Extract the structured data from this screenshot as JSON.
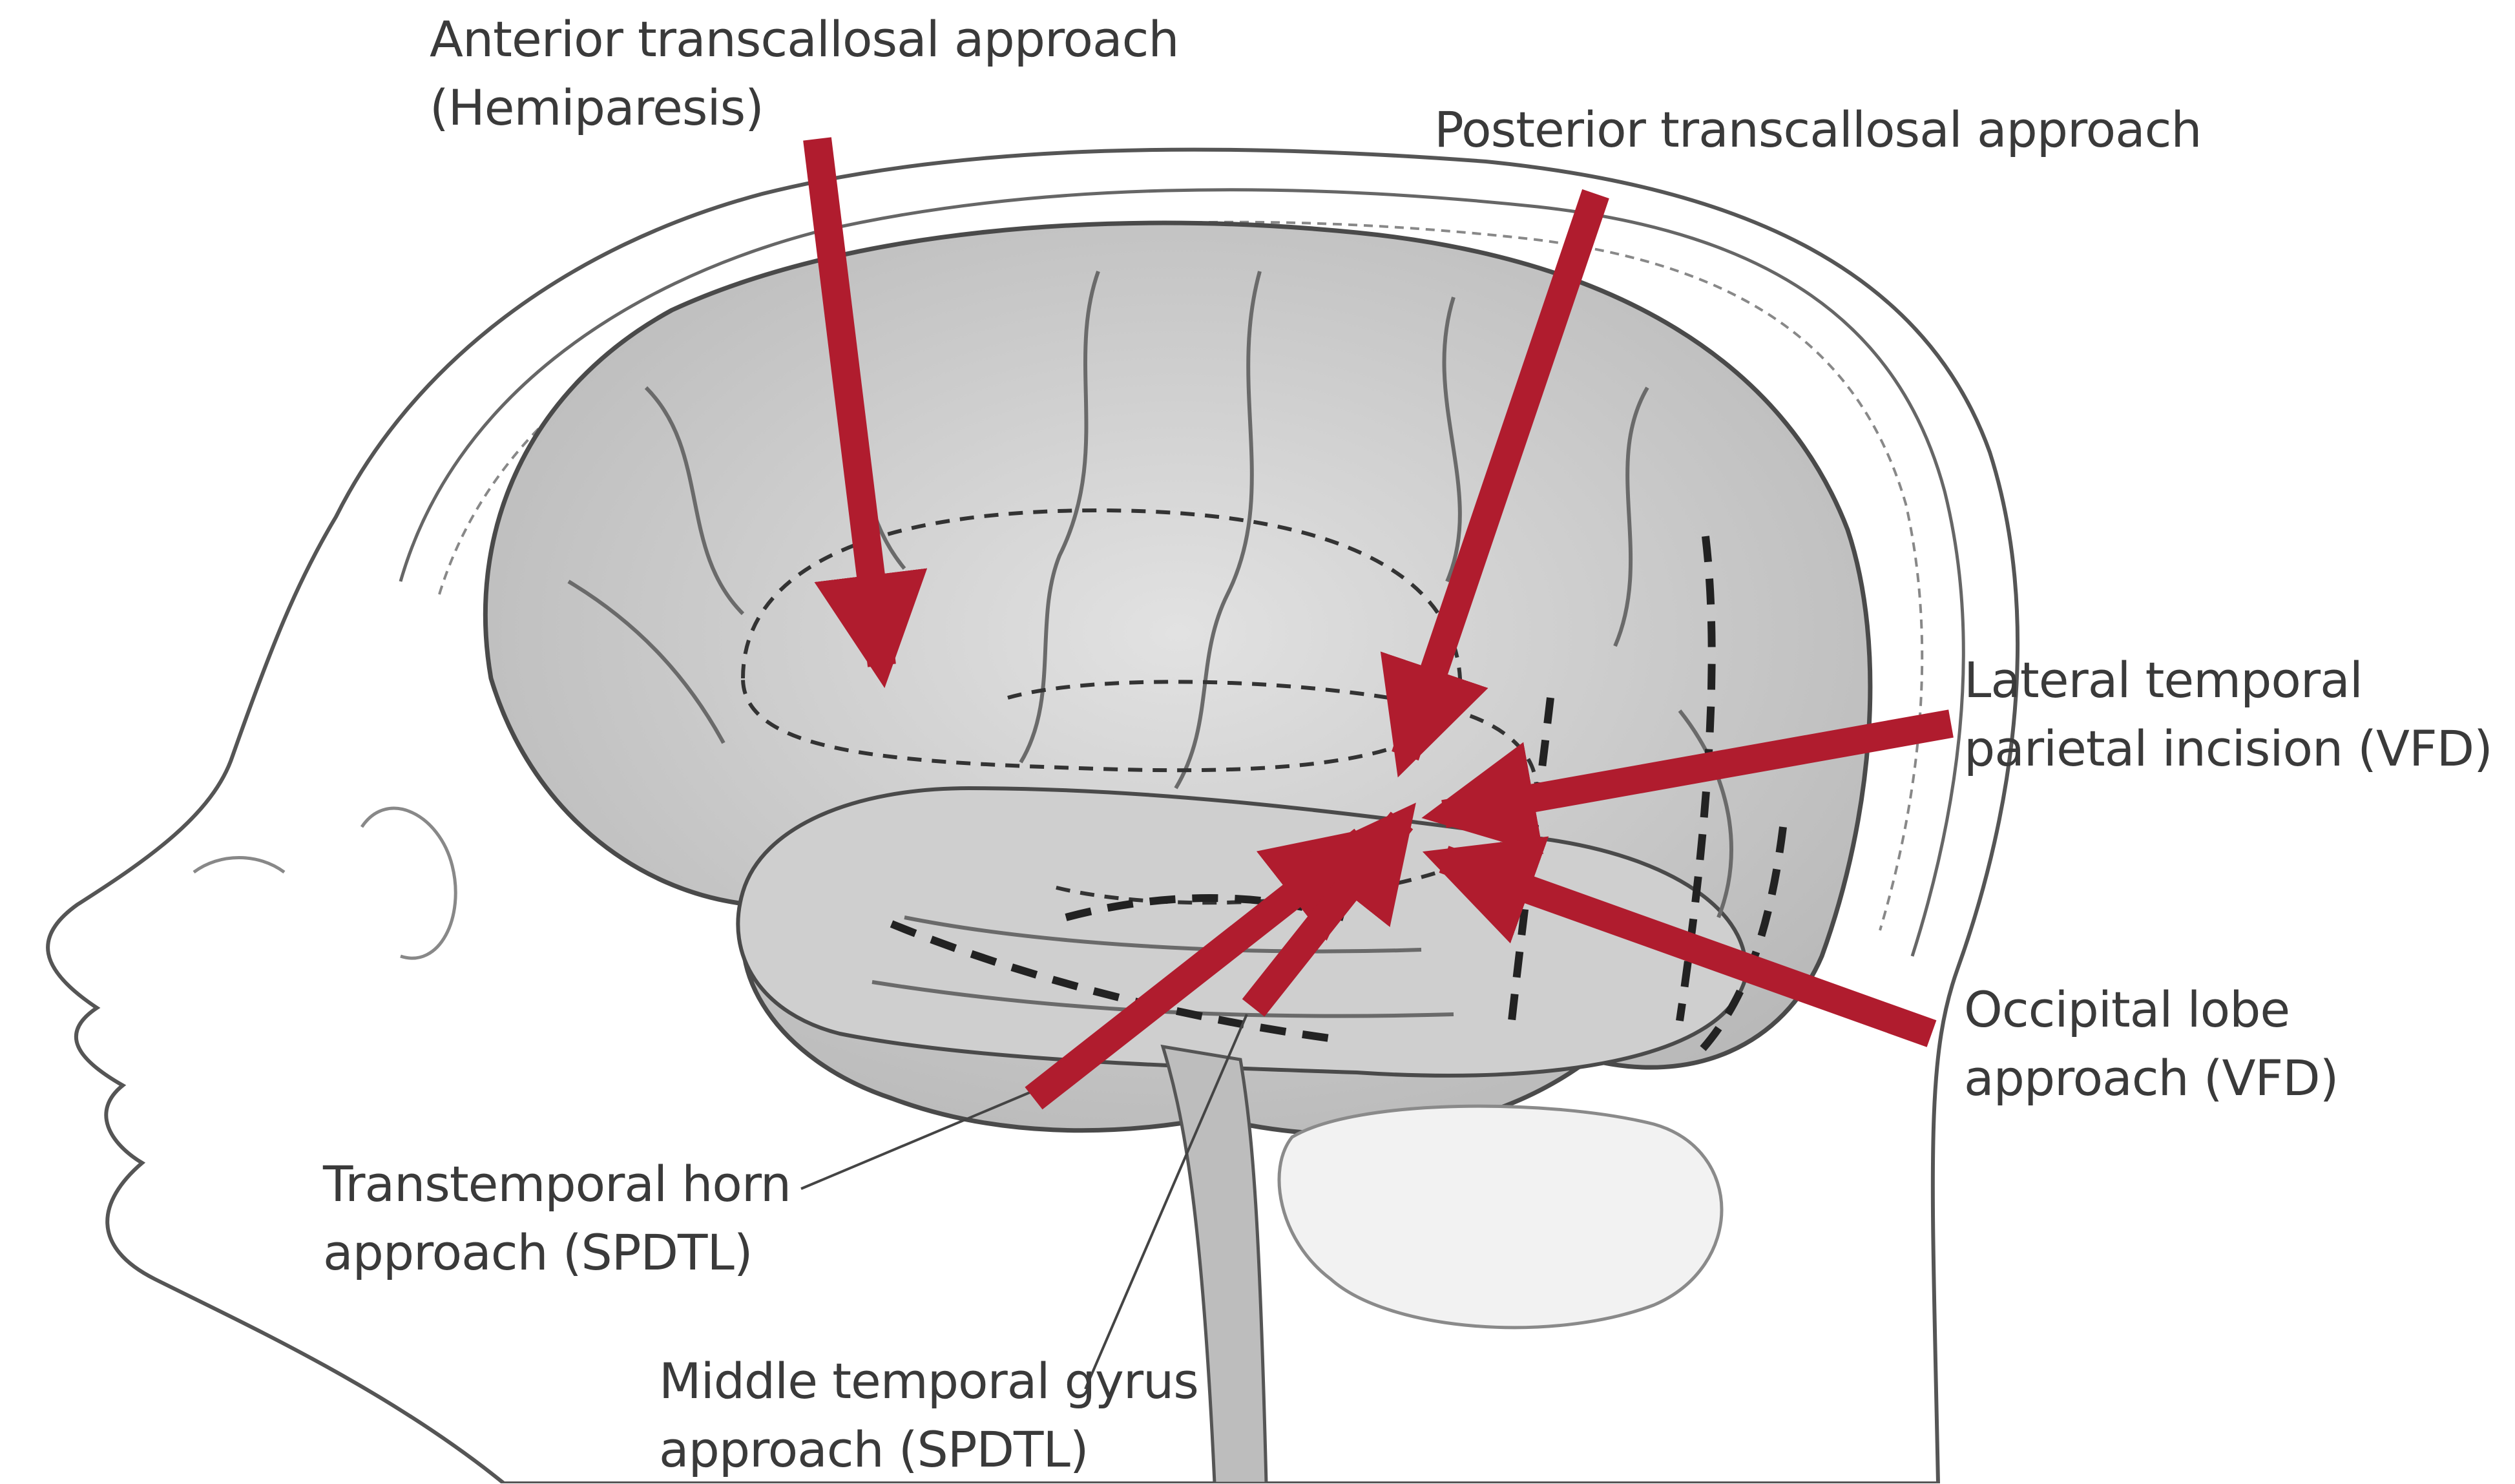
{
  "labels": {
    "anterior": {
      "line1": "Anterior transcallosal approach",
      "line2": "(Hemiparesis)"
    },
    "posterior": {
      "line1": "Posterior transcallosal approach"
    },
    "lateral": {
      "line1": "Lateral temporal",
      "line2": "parietal incision (VFD)"
    },
    "occipital": {
      "line1": "Occipital lobe",
      "line2": "approach (VFD)"
    },
    "transtemporal": {
      "line1": "Transtemporal horn",
      "line2": "approach (SPDTL)"
    },
    "middle": {
      "line1": "Middle temporal gyrus",
      "line2": "approach (SPDTL)"
    }
  },
  "colors": {
    "arrow": "#b01c2e",
    "brain": "#d6d6d6",
    "outline": "#555555",
    "text": "#3a3a3a"
  }
}
